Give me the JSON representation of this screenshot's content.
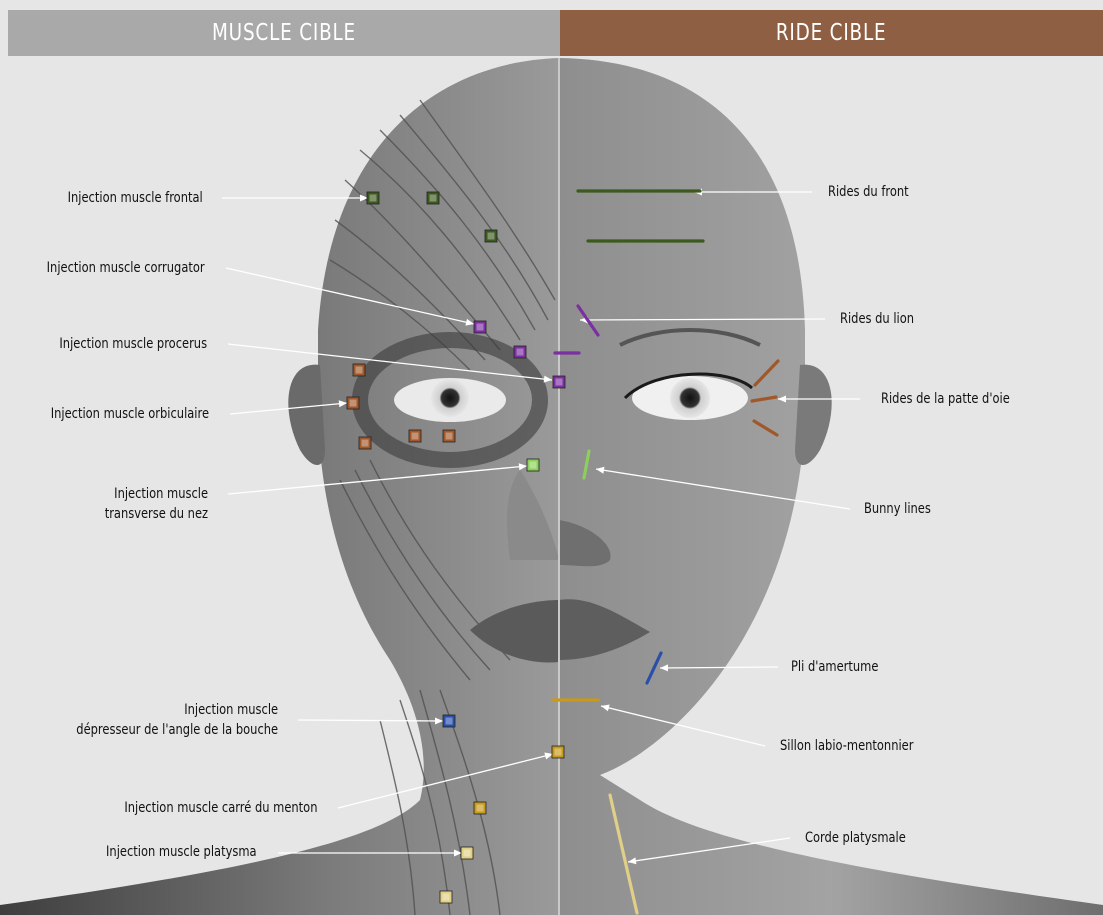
{
  "header": {
    "left_title": "MUSCLE CIBLE",
    "right_title": "RIDE CIBLE",
    "left_color": "#a9a9a9",
    "right_color": "#8f5f43"
  },
  "left_labels": [
    {
      "lines": [
        "Injection muscle frontal"
      ],
      "color": "#3d5a1e"
    },
    {
      "lines": [
        "Injection muscle corrugator"
      ],
      "color": "#7b2fa0"
    },
    {
      "lines": [
        "Injection muscle procerus"
      ],
      "color": "#7b2fa0"
    },
    {
      "lines": [
        "Injection muscle orbiculaire"
      ],
      "color": "#a0582a"
    },
    {
      "lines": [
        "Injection muscle",
        "transverse du nez"
      ],
      "color": "#8ccf5a"
    },
    {
      "lines": [
        "Injection muscle",
        "dépresseur de l'angle de la bouche"
      ],
      "color": "#2a4fa8"
    },
    {
      "lines": [
        "Injection muscle carré du menton"
      ],
      "color": "#c79a1a"
    },
    {
      "lines": [
        "Injection muscle platysma"
      ],
      "color": "#e0cf86"
    }
  ],
  "right_labels": [
    {
      "lines": [
        "Rides du front"
      ],
      "color": "#3d5a1e"
    },
    {
      "lines": [
        "Rides du lion"
      ],
      "color": "#7b2fa0"
    },
    {
      "lines": [
        "Rides de la patte d'oie"
      ],
      "color": "#a0582a"
    },
    {
      "lines": [
        "Bunny lines"
      ],
      "color": "#8ccf5a"
    },
    {
      "lines": [
        "Pli d'amertume"
      ],
      "color": "#2a4fa8"
    },
    {
      "lines": [
        "Sillon labio-mentonnier"
      ],
      "color": "#c79a1a"
    },
    {
      "lines": [
        "Corde platysmale"
      ],
      "color": "#e0cf86"
    }
  ]
}
